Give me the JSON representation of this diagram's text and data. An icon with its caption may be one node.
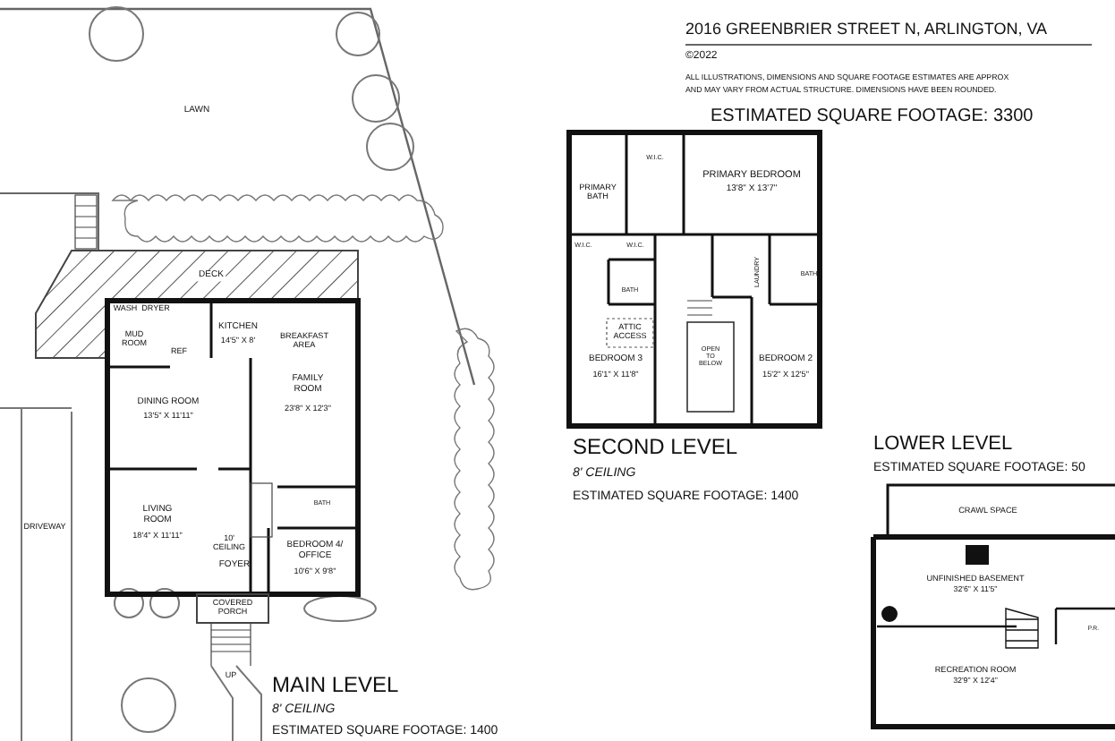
{
  "diagram": {
    "title": "2016 GREENBRIER STREET N, ARLINGTON, VA",
    "labels": [
      "©2022",
      "ALL ILLUSTRATIONS, DIMENSIONS AND SQUARE FOOTAGE ESTIMATES ARE APPROX",
      "AND MAY VARY FROM ACTUAL STRUCTURE. DIMENSIONS HAVE BEEN ROUNDED.",
      "ESTIMATED SQUARE FOOTAGE: 3300",
      "LAWN",
      "DECK",
      "PRIMARY BATH",
      "W.I.C.",
      "PRIMARY BEDROOM",
      "13'8\" X 13'7\"",
      "W.I.C.",
      "W.I.C.",
      "BATH",
      "ATTIC ACCESS",
      "LAUNDRY",
      "BATH",
      "BEDROOM 3",
      "16'1\" X 11'8\"",
      "OPEN TO BELOW",
      "BEDROOM 2",
      "15'2\" X 12'5\"",
      "SECOND LEVEL",
      "8' CEILING",
      "ESTIMATED SQUARE FOOTAGE: 1400",
      "LOWER LEVEL",
      "ESTIMATED SQUARE FOOTAGE: 50",
      "WASH",
      "DRYER",
      "MUD ROOM",
      "KITCHEN",
      "14'5\" X 8'",
      "REF",
      "BREAKFAST AREA",
      "DINING ROOM",
      "13'5\" X 11'11\"",
      "FAMILY ROOM",
      "23'8\" X 12'3\"",
      "BATH",
      "LIVING ROOM",
      "18'4\" X 11'11\"",
      "10' CEILING",
      "FOYER",
      "BEDROOM 4/ OFFICE",
      "10'6\" X 9'8\"",
      "COVERED PORCH",
      "UP",
      "DRIVEWAY",
      "MAIN LEVEL",
      "8' CEILING",
      "ESTIMATED SQUARE FOOTAGE: 1400",
      "CRAWL SPACE",
      "UNFINISHED BASEMENT",
      "32'6\" X 11'5\"",
      "RECREATION ROOM",
      "32'9\" X 12'4\"",
      "P.R."
    ]
  }
}
